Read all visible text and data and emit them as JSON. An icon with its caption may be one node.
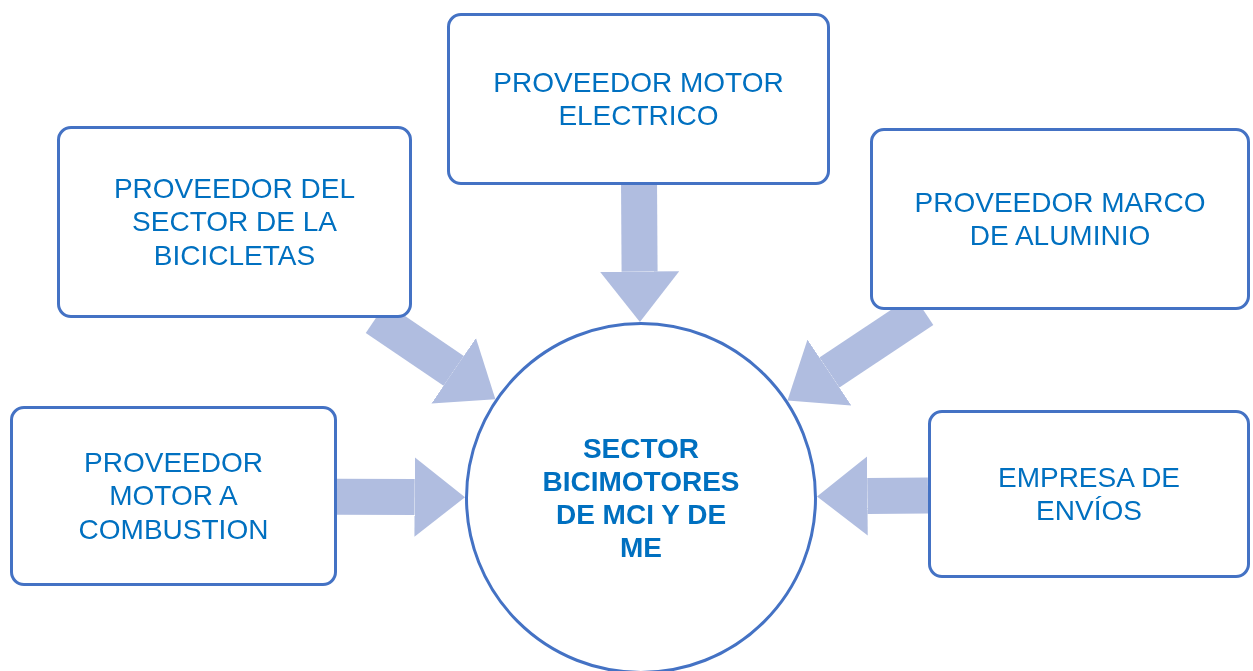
{
  "diagram": {
    "nodes": [
      {
        "text": [
          "PROVEEDOR MOTOR ELECTRICO"
        ]
      },
      {
        "text": [
          "PROVEEDOR DEL SECTOR DE LA BICICLETAS"
        ]
      },
      {
        "text": [
          "PROVEEDOR MARCO DE ALUMINIO"
        ]
      },
      {
        "text": [
          "PROVEEDOR MOTOR A COMBUSTION"
        ]
      },
      {
        "text": [
          "SECTOR BICIMOTORES DE MCI Y DE ME"
        ]
      },
      {
        "text": [
          "EMPRESA DE ENVÍOS"
        ]
      }
    ],
    "edges": [
      {
        "from": 0,
        "to": 4,
        "arrow": "to"
      },
      {
        "from": 1,
        "to": 4,
        "arrow": "to"
      },
      {
        "from": 2,
        "to": 4,
        "arrow": "to"
      },
      {
        "from": 3,
        "to": 4,
        "arrow": "to"
      },
      {
        "from": 5,
        "to": 4,
        "arrow": "to"
      }
    ]
  }
}
